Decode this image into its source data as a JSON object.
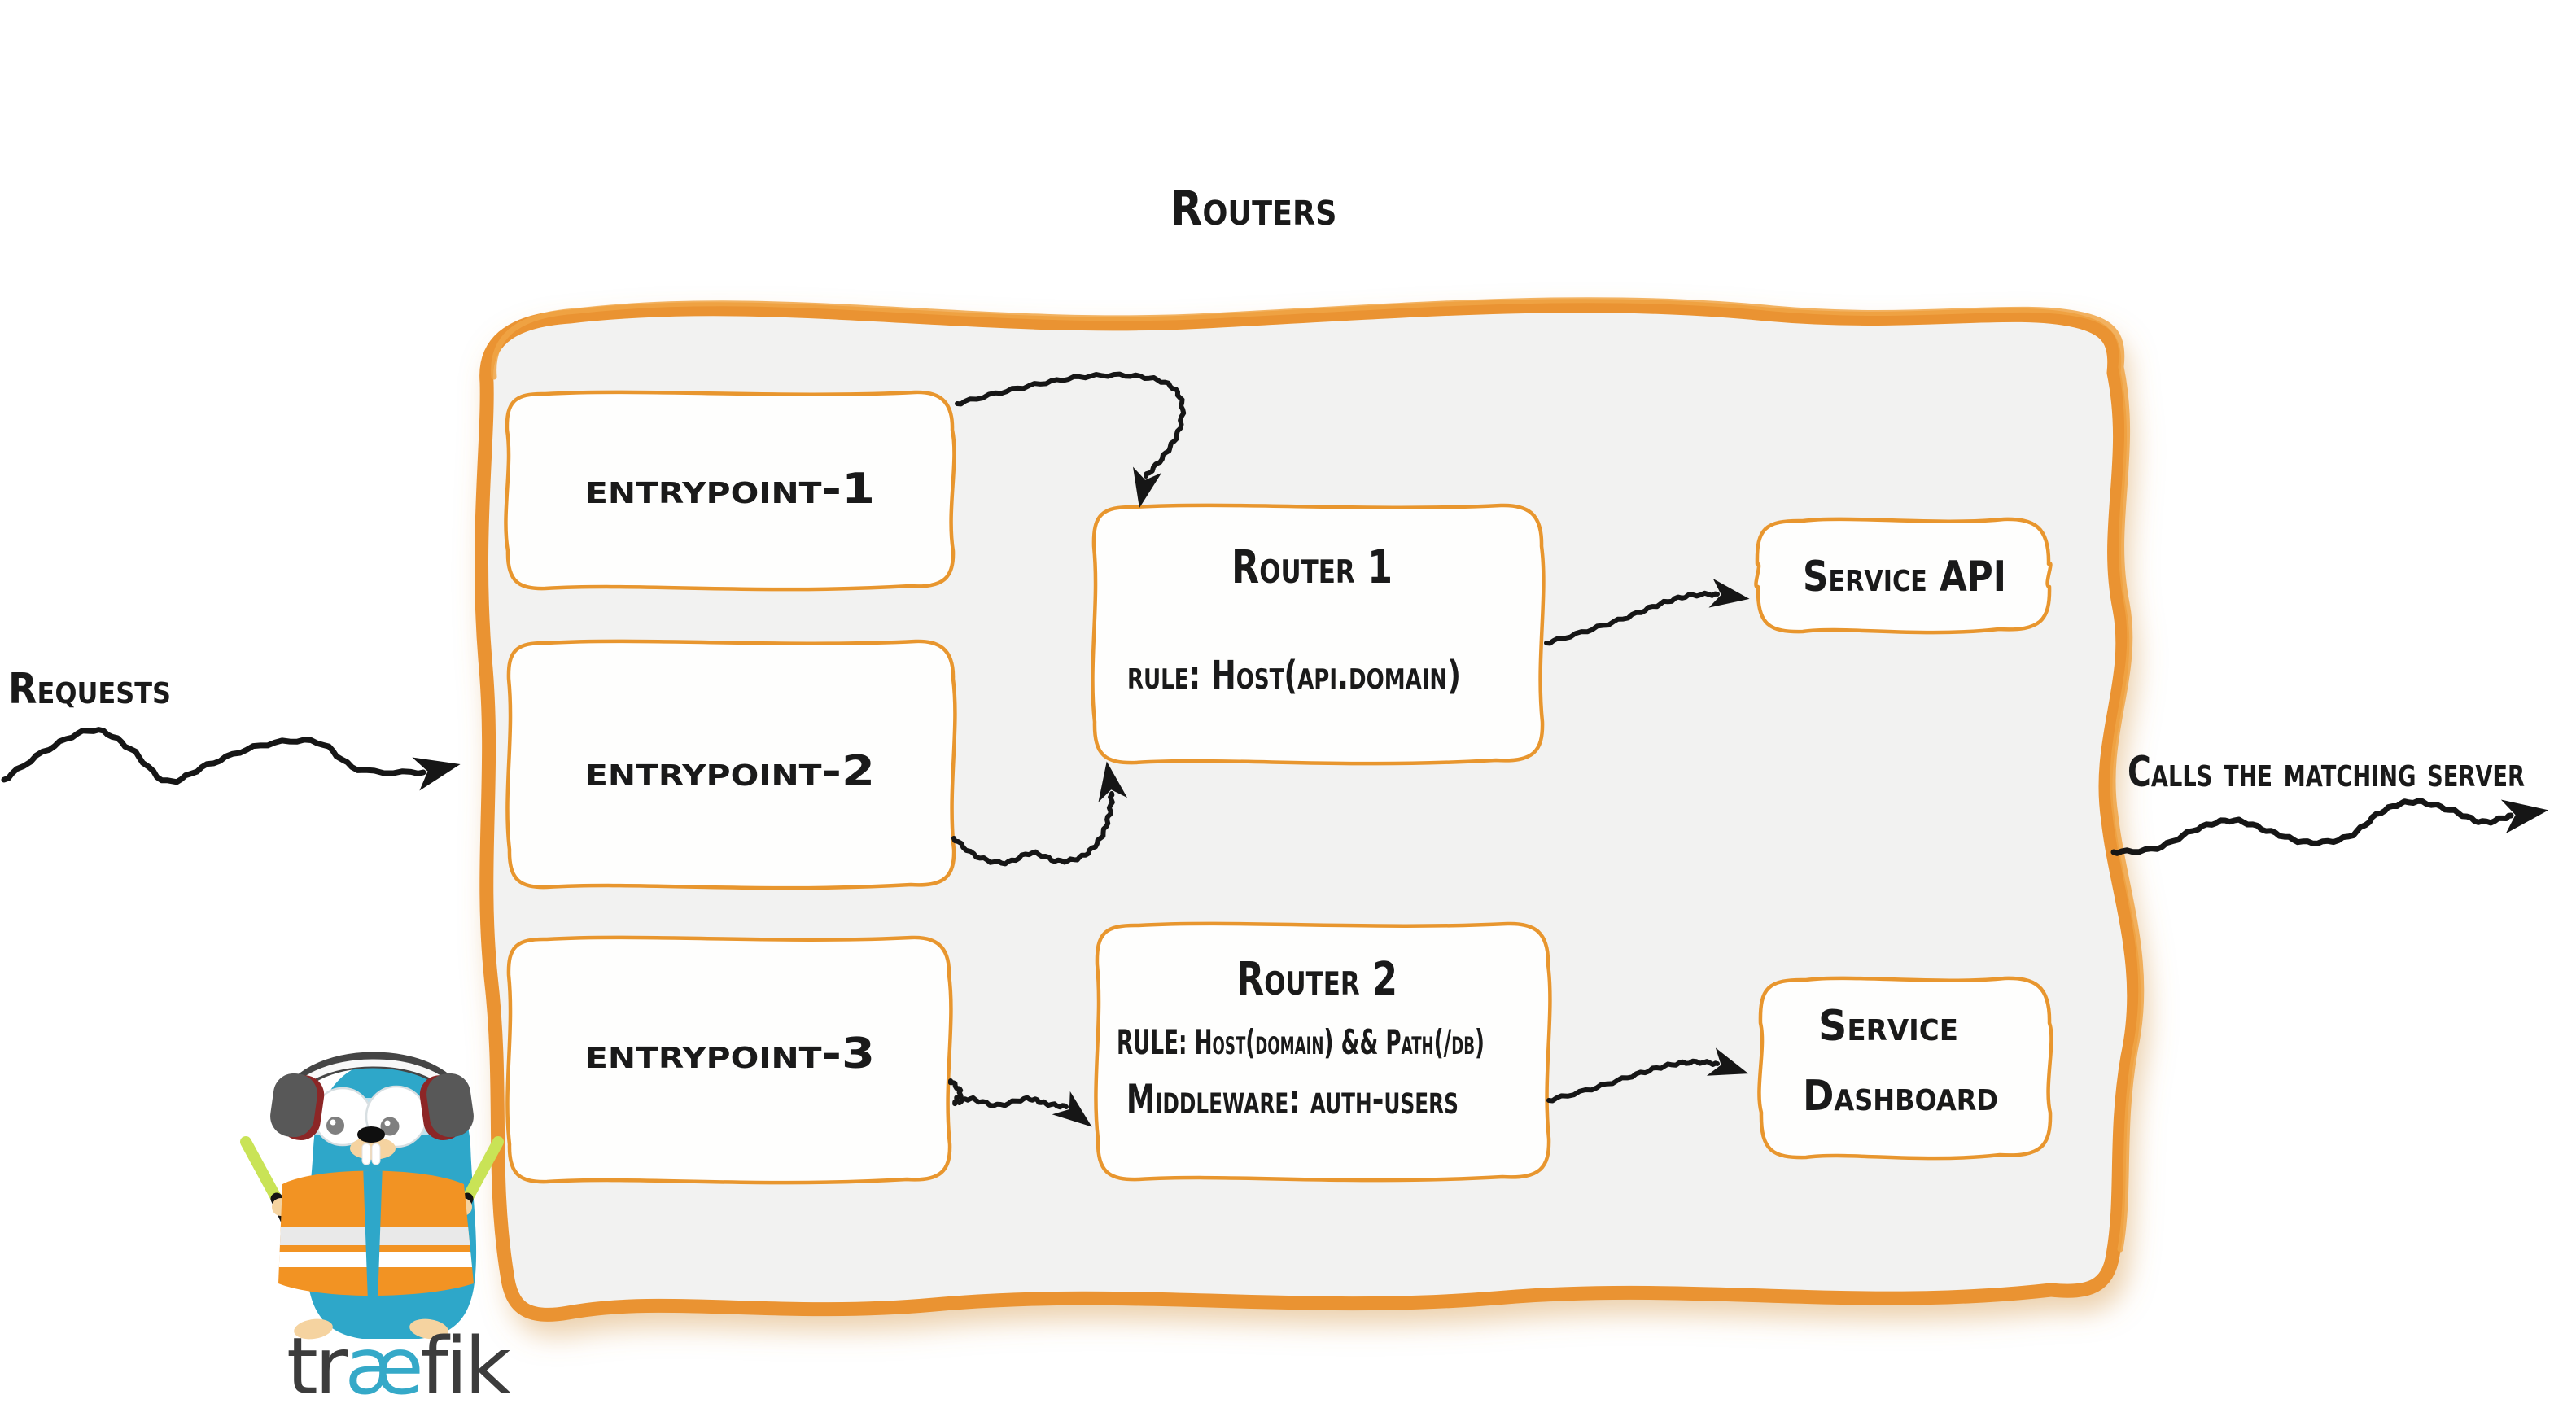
{
  "title": "Routers",
  "labels": {
    "requests": "Requests",
    "calls": "Calls the matching server"
  },
  "entrypoints": [
    {
      "label": "entrypoint-1"
    },
    {
      "label": "entrypoint-2"
    },
    {
      "label": "entrypoint-3"
    }
  ],
  "routers": [
    {
      "name": "Router 1",
      "rule": "rule: Host(api.domain)"
    },
    {
      "name": "Router 2",
      "rule": "RULE: Host(domain) && Path(/db)",
      "middleware": "Middleware: auth-users"
    }
  ],
  "services": [
    {
      "lines": [
        "Service API"
      ]
    },
    {
      "lines": [
        "Service",
        "Dashboard"
      ]
    }
  ],
  "logo": {
    "part1": "tr",
    "part2": "æ",
    "part3": "fik"
  },
  "colors": {
    "accent_orange": "#EA9330",
    "box_border_orange": "#E8962E",
    "panel_fill": "#F2F2F1",
    "ink": "#1A1A1A",
    "logo_teal": "#35A9C8",
    "logo_dark": "#3C3C3C"
  }
}
